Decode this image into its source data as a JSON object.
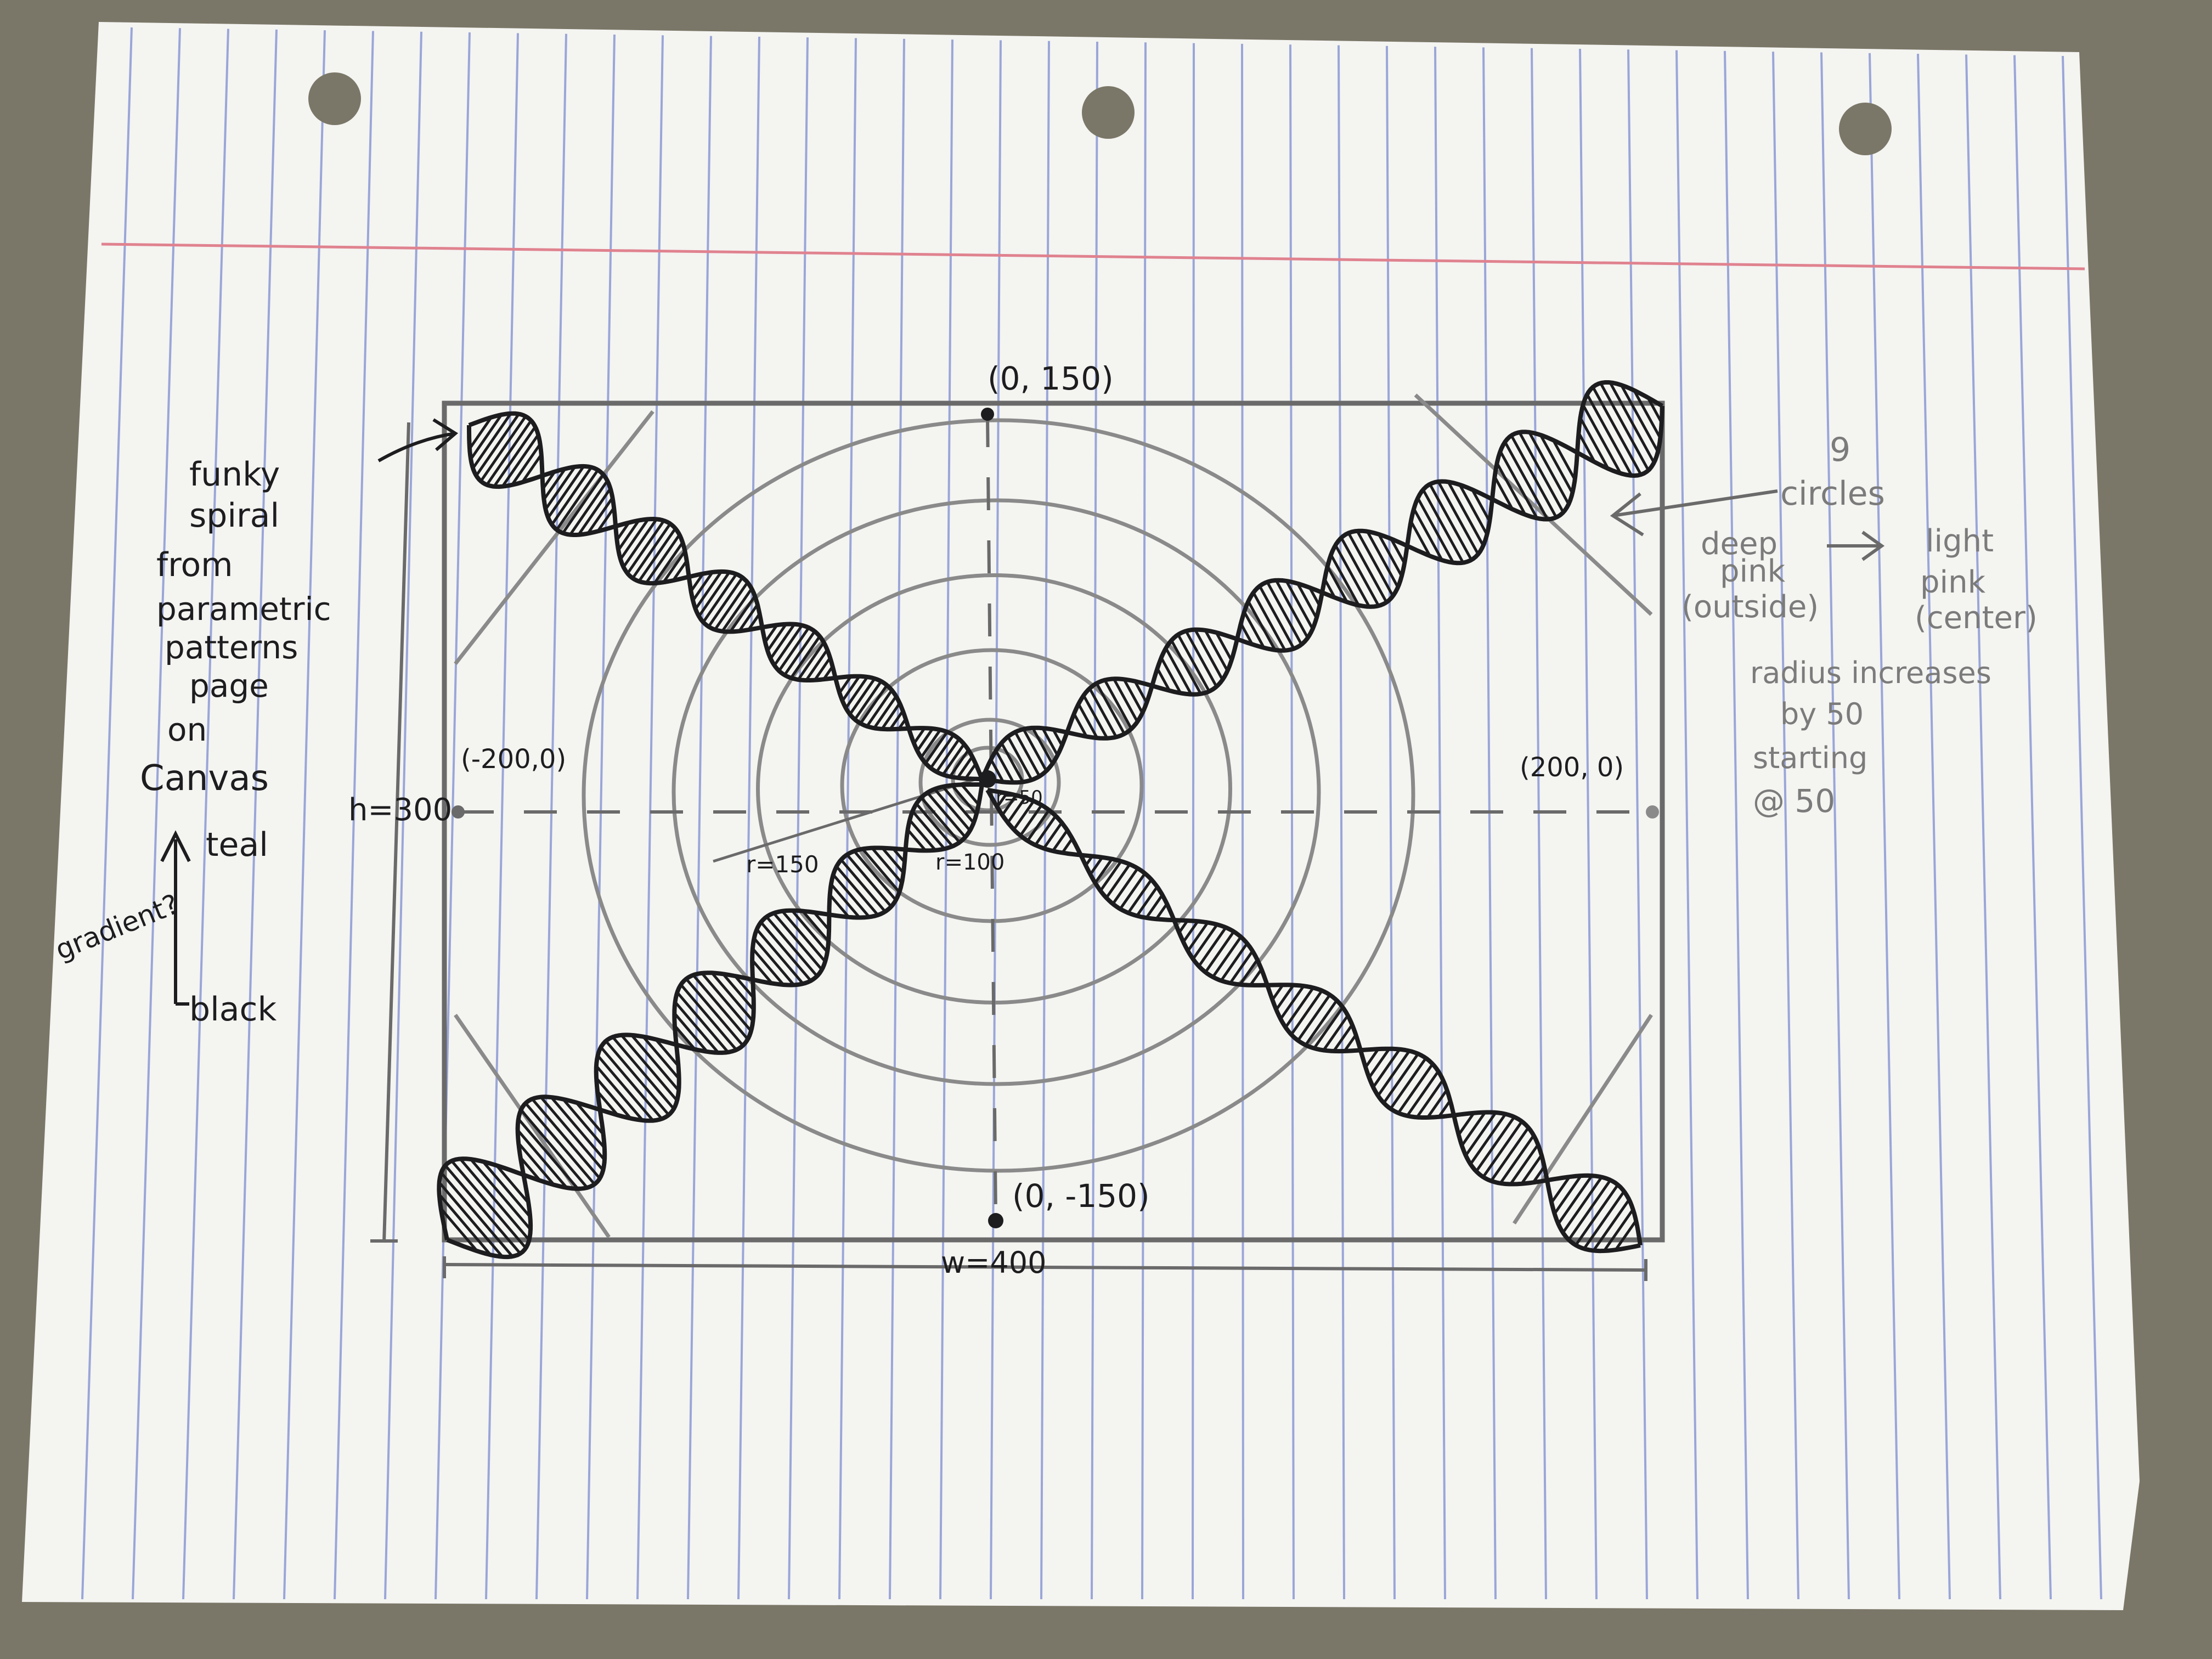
{
  "colors": {
    "desk": "#7b7768",
    "paper": "#f4f4f1",
    "rule_line": "#9aa6d8",
    "margin_line": "#e0828f",
    "pen": "#1d1d1f",
    "pencil": "#8a8a8a"
  },
  "sketch": {
    "top_point_label": "(0, 150)",
    "bottom_point_label": "(0, -150)",
    "left_point_label": "(-200,0)",
    "right_point_label": "(200, 0)",
    "height_label": "h=300",
    "width_label": "w=400",
    "radius_labels": [
      "r=50",
      "r=100",
      "r=150"
    ]
  },
  "notes_left": {
    "lines": [
      "funky",
      "spiral",
      "from",
      "parametric",
      "patterns",
      "page",
      "on",
      "Canvas"
    ],
    "gradient_label": "gradient?",
    "teal_label": "teal",
    "black_label": "black"
  },
  "notes_right": {
    "count": "9",
    "circles": "circles",
    "deep": "deep",
    "pink_left": "pink",
    "outside": "(outside)",
    "light": "light",
    "pink_right": "pink",
    "center": "(center)",
    "radius_line": "radius increases",
    "by_line": "by 50",
    "starting": "starting",
    "at_line": "@ 50"
  }
}
